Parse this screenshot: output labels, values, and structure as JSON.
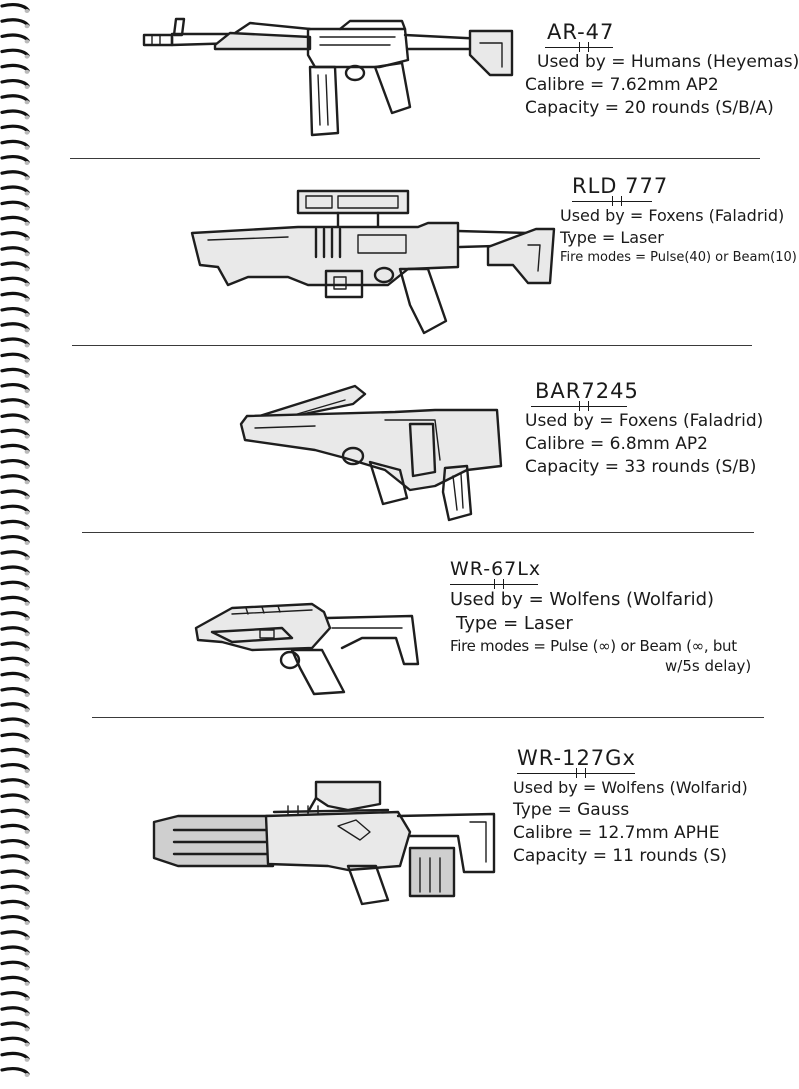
{
  "sheet": {
    "entries": [
      {
        "name": "AR-47",
        "lines": [
          "Used by = Humans (Heyemas)",
          "Calibre = 7.62mm AP2",
          "Capacity = 20 rounds (S/B/A)"
        ]
      },
      {
        "name": "RLD 777",
        "lines": [
          "Used by = Foxens (Faladrid)",
          "Type = Laser",
          "Fire modes = Pulse(40) or Beam(10)"
        ]
      },
      {
        "name": "BAR7245",
        "lines": [
          "Used by = Foxens (Faladrid)",
          "Calibre = 6.8mm AP2",
          "Capacity = 33 rounds (S/B)"
        ]
      },
      {
        "name": "WR-67Lx",
        "lines": [
          "Used by = Wolfens (Wolfarid)",
          "Type = Laser",
          "Fire modes = Pulse (∞) or Beam (∞, but",
          "w/5s delay)"
        ]
      },
      {
        "name": "WR-127Gx",
        "lines": [
          "Used by = Wolfens (Wolfarid)",
          "Type = Gauss",
          "Calibre = 12.7mm APHE",
          "Capacity = 11 rounds (S)"
        ]
      }
    ]
  },
  "icons": {
    "binding": "spiral-binding-icon",
    "gun1": "assault-rifle-sketch",
    "gun2": "laser-rifle-sketch",
    "gun3": "bullpup-rifle-sketch",
    "gun4": "laser-pistol-rifle-sketch",
    "gun5": "gauss-rifle-sketch"
  },
  "colors": {
    "ink": "#1e1e1e",
    "paper": "#ffffff"
  }
}
